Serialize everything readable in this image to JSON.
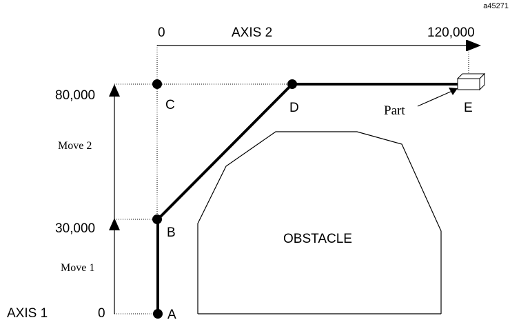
{
  "figure_id": "a45271",
  "axis2": {
    "label": "AXIS 2",
    "start_label": "0",
    "end_label": "120,000"
  },
  "axis1": {
    "label": "AXIS 1",
    "zero_label": "0",
    "mid_label": "30,000",
    "top_label": "80,000"
  },
  "moves": {
    "move1": "Move 1",
    "move2": "Move 2"
  },
  "points": {
    "a": "A",
    "b": "B",
    "c": "C",
    "d": "D",
    "e": "E"
  },
  "part_label": "Part",
  "obstacle_label": "OBSTACLE"
}
